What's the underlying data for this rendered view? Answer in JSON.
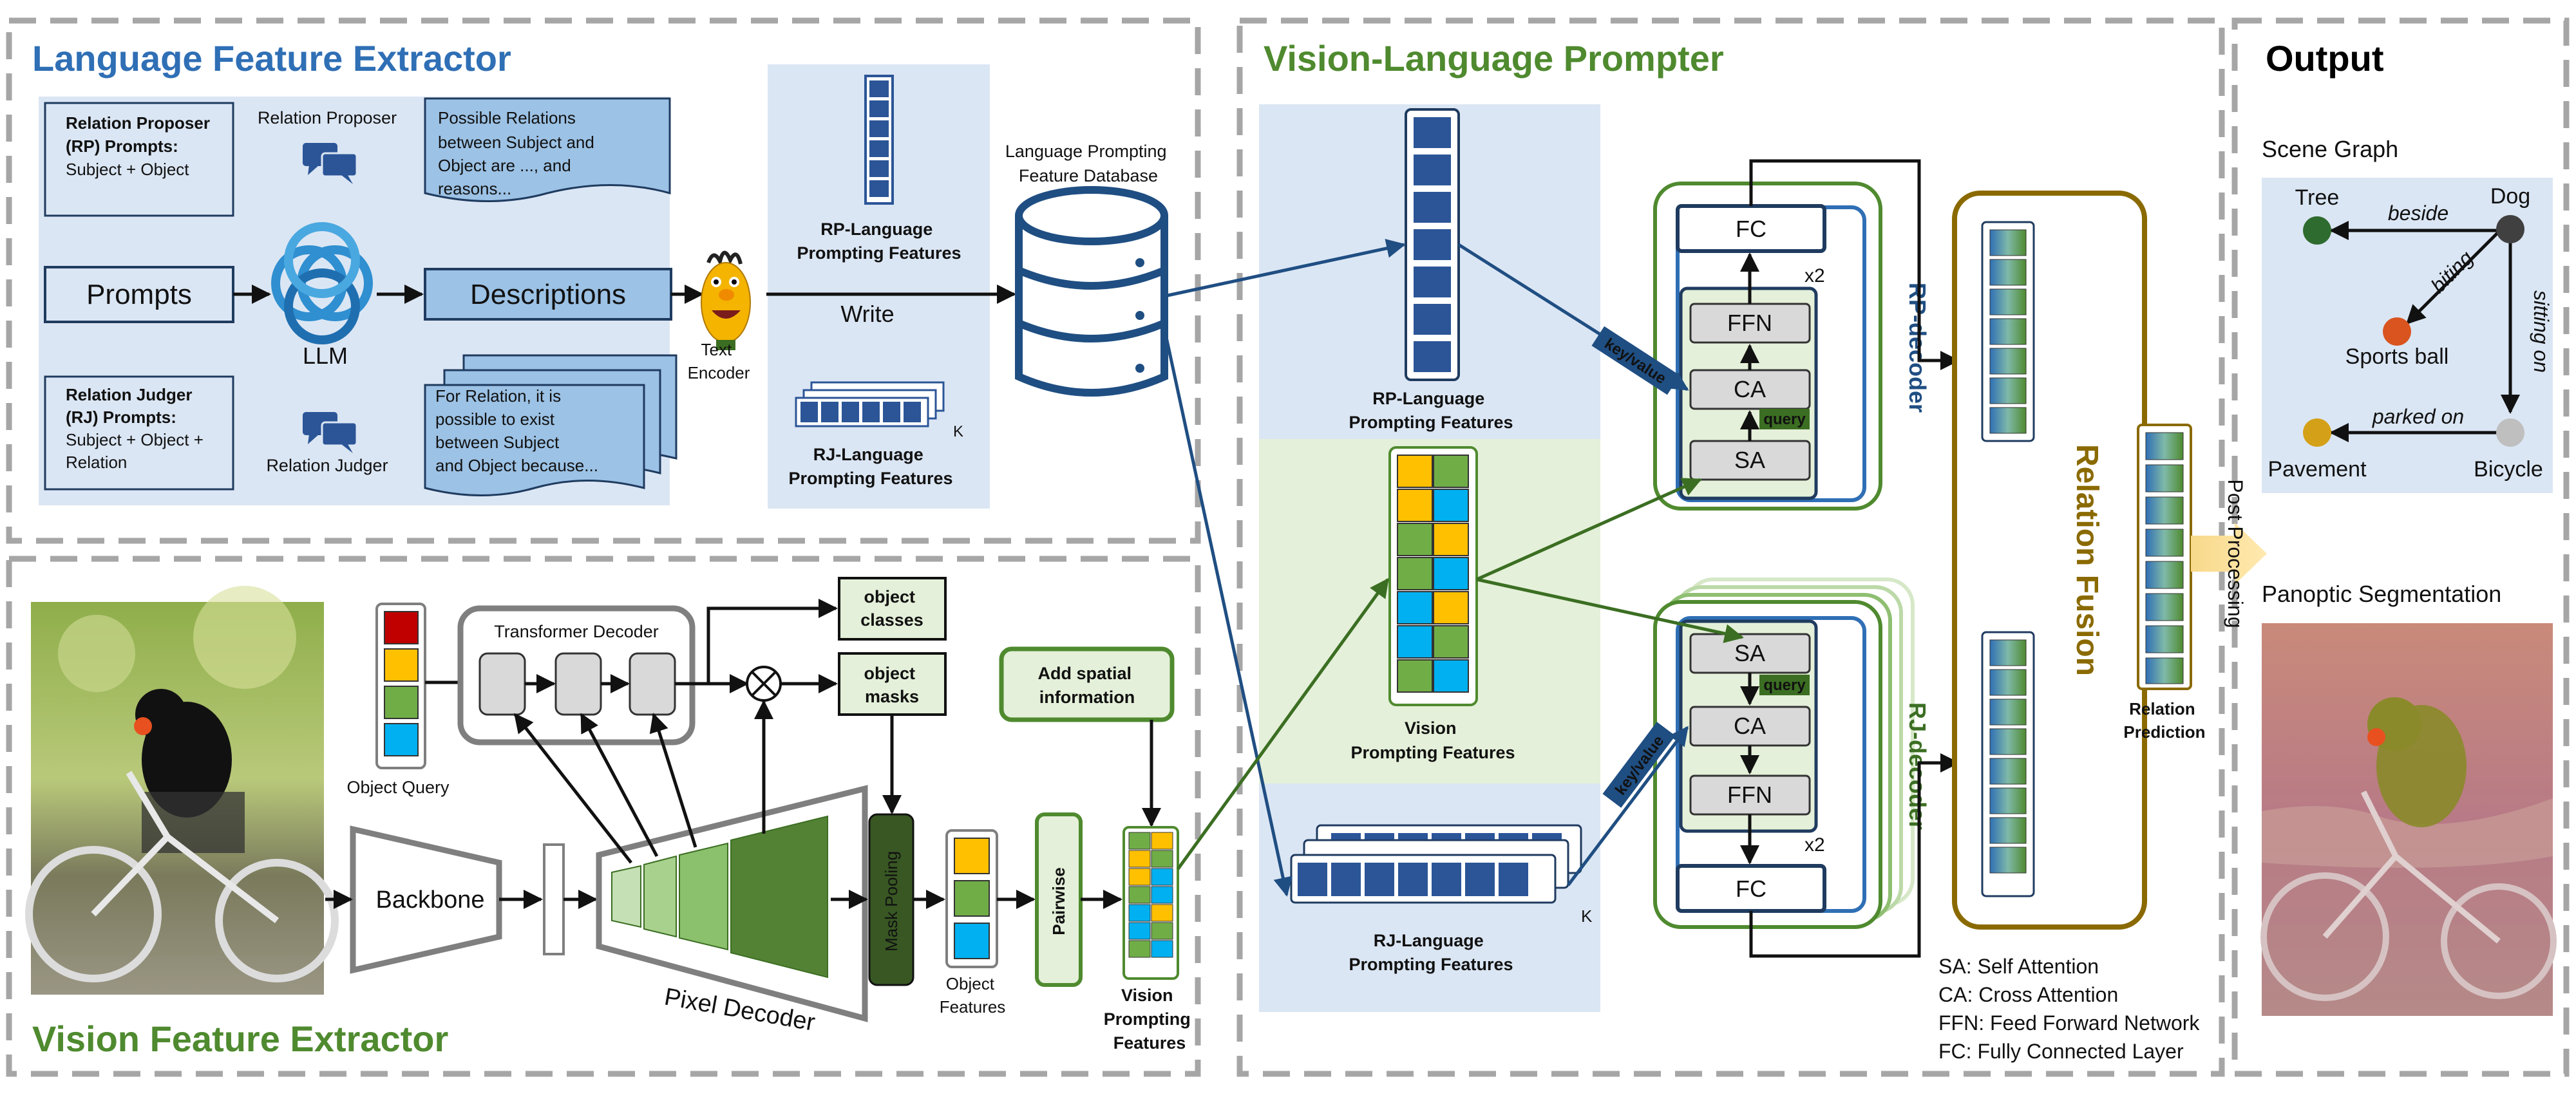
{
  "sections": {
    "lfe_title": "Language Feature Extractor",
    "vfe_title": "Vision Feature Extractor",
    "vlp_title": "Vision-Language Prompter",
    "output_title": "Output"
  },
  "lfe": {
    "rp_prompts": [
      "Relation Proposer",
      "(RP) Prompts:",
      "Subject + Object"
    ],
    "rj_prompts": [
      "Relation Judger",
      "(RJ) Prompts:",
      "Subject + Object +",
      "Relation"
    ],
    "prompts": "Prompts",
    "llm": "LLM",
    "relation_proposer": "Relation Proposer",
    "relation_judger": "Relation Judger",
    "desc_top": [
      "Possible Relations",
      "between Subject and",
      "Object are ..., and",
      "reasons..."
    ],
    "descriptions": "Descriptions",
    "desc_bottom": [
      "For Relation, it is",
      "possible to exist",
      "between Subject",
      "and Object because..."
    ],
    "text_encoder": [
      "Text",
      "Encoder"
    ],
    "write": "Write",
    "rp_lang": [
      "RP-Language",
      "Prompting Features"
    ],
    "rj_lang": [
      "RJ-Language",
      "Prompting Features"
    ],
    "k": "K",
    "database": [
      "Language Prompting",
      "Feature Database"
    ]
  },
  "vfe": {
    "object_query": "Object Query",
    "transformer_decoder": "Transformer Decoder",
    "object_classes": [
      "object",
      "classes"
    ],
    "object_masks": [
      "object",
      "masks"
    ],
    "add_spatial": [
      "Add spatial",
      "information"
    ],
    "backbone": "Backbone",
    "pixel_decoder": "Pixel Decoder",
    "mask_pooling": "Mask Pooling",
    "object_features": [
      "Object",
      "Features"
    ],
    "pairwise": "Pairwise",
    "vision_prompting": [
      "Vision",
      "Prompting",
      "Features"
    ]
  },
  "vlp": {
    "rp_lang": [
      "RP-Language",
      "Prompting Features"
    ],
    "vision_prompting": [
      "Vision",
      "Prompting Features"
    ],
    "rj_lang": [
      "RJ-Language",
      "Prompting Features"
    ],
    "k": "K",
    "fc": "FC",
    "ffn": "FFN",
    "ca": "CA",
    "sa": "SA",
    "query": "query",
    "key_value": "key/value",
    "x2": "x2",
    "rp_decoder": "RP-decoder",
    "rj_decoder": "RJ-decoder",
    "relation_fusion": "Relation Fusion",
    "relation_prediction": [
      "Relation",
      "Prediction"
    ],
    "post_processing": "Post Processing",
    "legend": [
      "SA: Self Attention",
      "CA: Cross Attention",
      "FFN: Feed Forward Network",
      "FC: Fully Connected Layer"
    ]
  },
  "output": {
    "scene_graph": "Scene Graph",
    "panoptic": "Panoptic Segmentation",
    "nodes": {
      "tree": "Tree",
      "dog": "Dog",
      "sports_ball": "Sports ball",
      "pavement": "Pavement",
      "bicycle": "Bicycle"
    },
    "edges": {
      "beside": "beside",
      "biting": "biting",
      "sitting_on": "sitting on",
      "parked_on": "parked on"
    }
  },
  "colors": {
    "lfe_title": "#2f6fb5",
    "vfe_title": "#4f8a2f",
    "rp_decoder": "#1f4e82",
    "rj_decoder": "#3b6e22",
    "relation_fusion": "#8a6a00",
    "panel_blue": "#dbe6f4",
    "panel_green": "#e4f0d9",
    "feature_blue": "#2b5597",
    "query_red": "#c00000",
    "query_yellow": "#ffc000",
    "query_green": "#70ad47",
    "query_cyan": "#00b0f0",
    "node_tree": "#2e6b2e",
    "node_dog": "#404040",
    "node_ball": "#d9541e",
    "node_pavement": "#d4a017",
    "node_bicycle": "#bfbfbf"
  }
}
